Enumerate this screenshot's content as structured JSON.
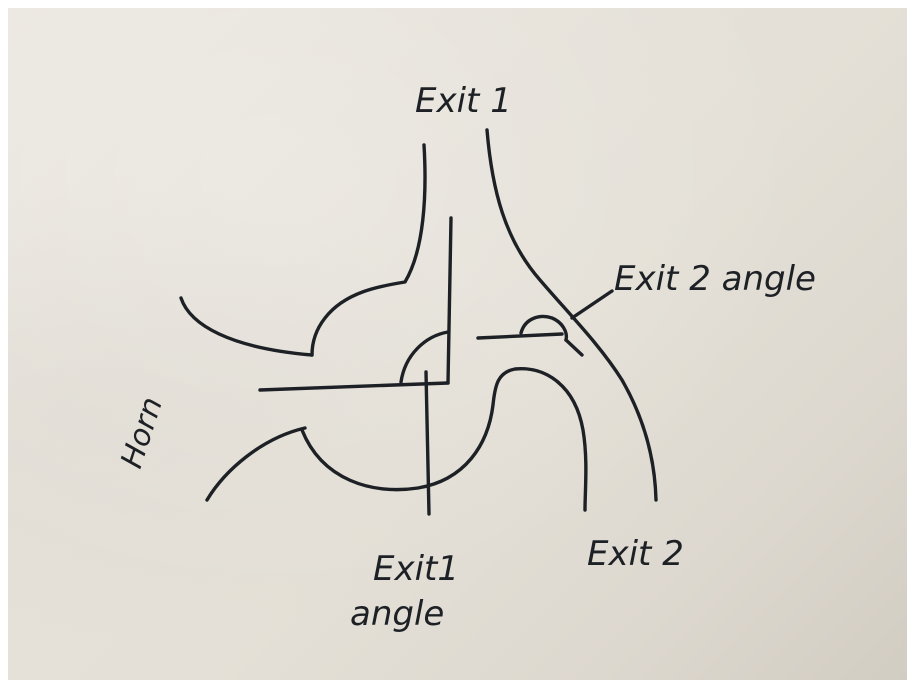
{
  "diagram": {
    "labels": {
      "exit1": "Exit 1",
      "exit2_angle": "Exit 2 angle",
      "horn": "Horn",
      "exit1_angle_line1": "Exit1",
      "exit1_angle_line2": "angle",
      "exit2": "Exit 2"
    },
    "colors": {
      "ink": "#1d2125",
      "paper": "#e6e2da"
    }
  }
}
